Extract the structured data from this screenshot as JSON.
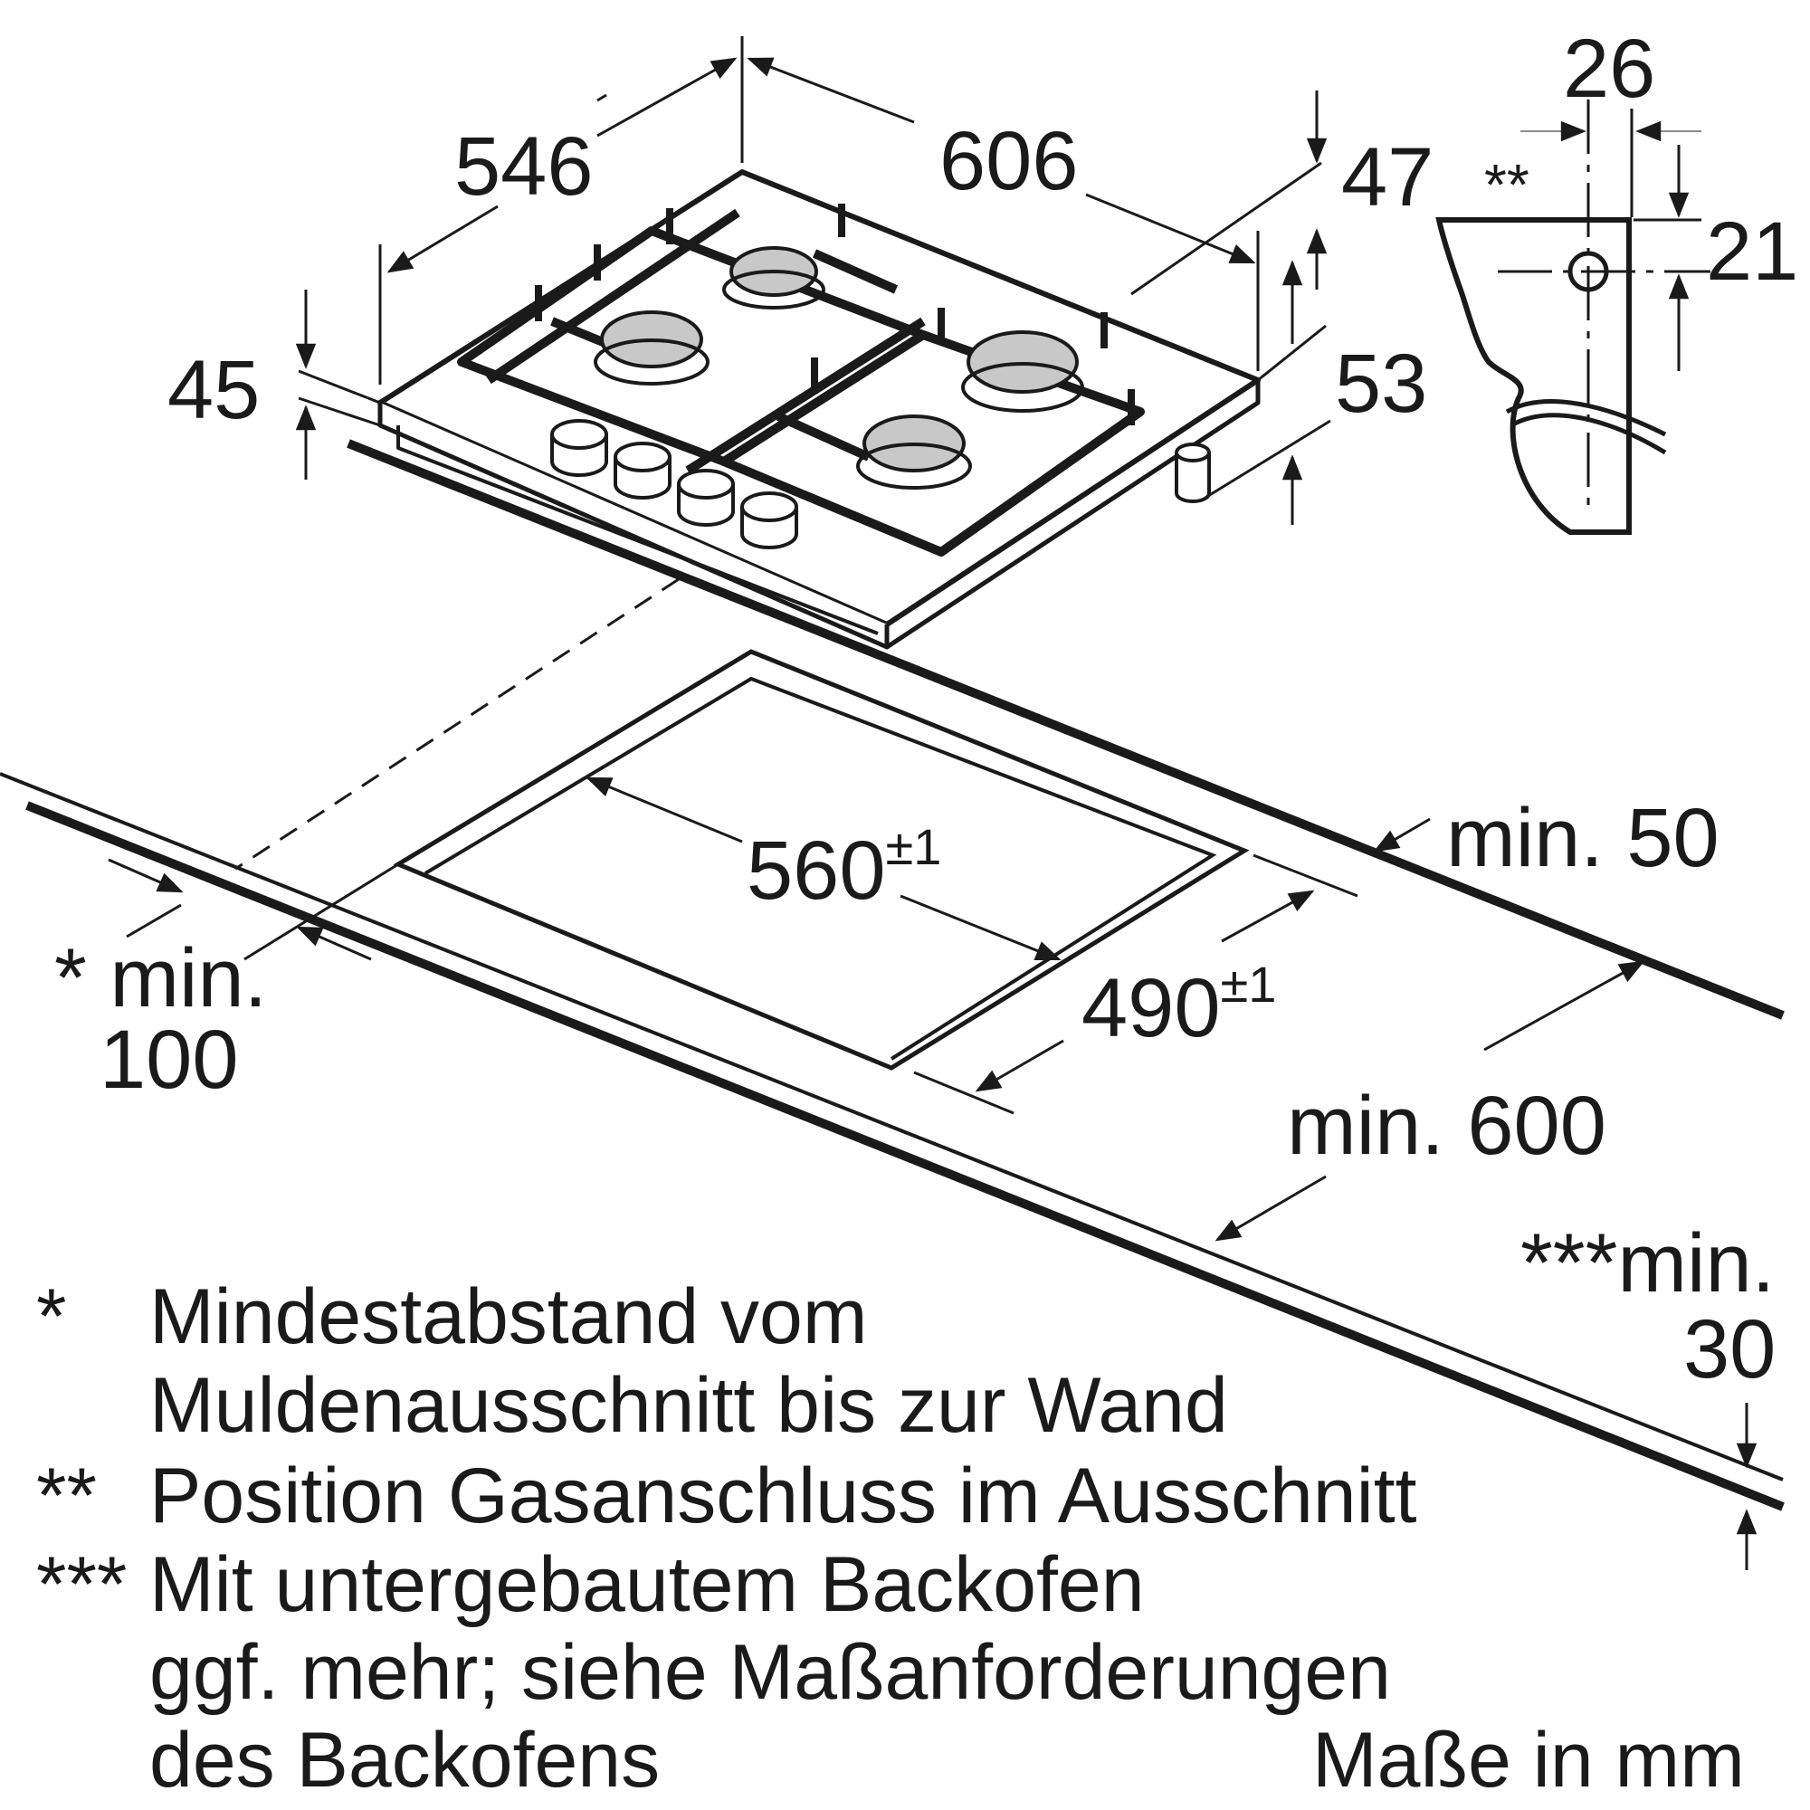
{
  "dimensions": {
    "depth": "546",
    "width": "606",
    "height_right": "47",
    "height_left": "45",
    "height_total": "53",
    "gas_offset_x": "26",
    "gas_offset_y": "21",
    "gas_marker": "**"
  },
  "cutout": {
    "width_value": "560",
    "width_tolerance": "±1",
    "depth_value": "490",
    "depth_tolerance": "±1",
    "rear_clearance": "min. 50",
    "worktop_depth": "min. 600",
    "wall_clearance_line1": "* min.",
    "wall_clearance_line2": "100",
    "oven_clearance_line1": "***min.",
    "oven_clearance_line2": "30"
  },
  "notes": [
    {
      "mark": "*",
      "lines": [
        "Mindestabstand vom",
        "Muldenausschnitt bis zur Wand"
      ]
    },
    {
      "mark": "**",
      "lines": [
        "Position Gasanschluss im Ausschnitt"
      ]
    },
    {
      "mark": "***",
      "lines": [
        "Mit untergebautem Backofen",
        "ggf. mehr; siehe Maßanforderungen",
        "des Backofens"
      ]
    }
  ],
  "units": "Maße in mm"
}
